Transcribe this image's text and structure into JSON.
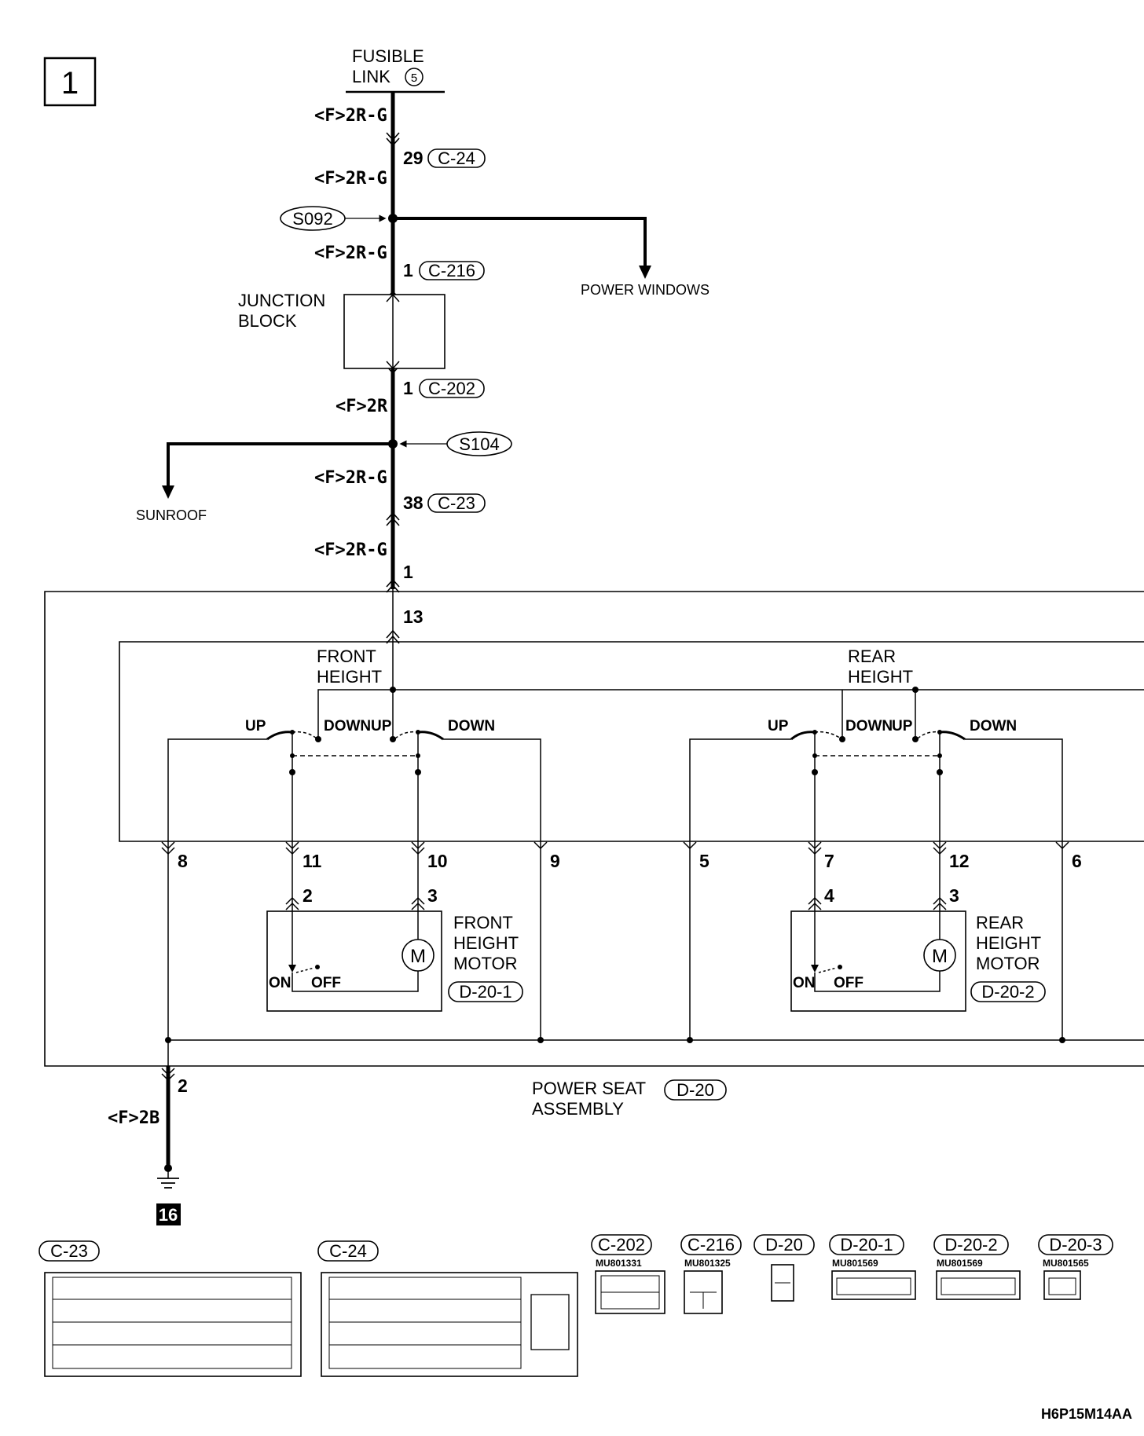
{
  "page_number": "1",
  "fusible_link": {
    "line1": "FUSIBLE",
    "line2": "LINK",
    "number": "5"
  },
  "wires": {
    "w1": "<F>2R-G",
    "w2": "<F>2R-G",
    "w3": "<F>2R-G",
    "w4": "<F>2R",
    "w5": "<F>2R-G",
    "w6": "<F>2R-G",
    "ground": "<F>2B"
  },
  "connectors_on_line": {
    "c24": {
      "pin": "29",
      "id": "C-24"
    },
    "c216": {
      "pin": "1",
      "id": "C-216"
    },
    "c202": {
      "pin": "1",
      "id": "C-202"
    },
    "c23": {
      "pin": "38",
      "id": "C-23"
    },
    "assembly_pin": "1"
  },
  "splices": {
    "s092": "S092",
    "s104": "S104"
  },
  "branches": {
    "power_windows": "POWER WINDOWS",
    "sunroof": "SUNROOF"
  },
  "junction_block": {
    "line1": "JUNCTION",
    "line2": "BLOCK"
  },
  "switch": {
    "input_pin": "13",
    "front_line1": "FRONT",
    "front_line2": "HEIGHT",
    "rear_line1": "REAR",
    "rear_line2": "HEIGHT",
    "up": "UP",
    "down": "DOWN"
  },
  "pins": {
    "p8": "8",
    "p11": "11",
    "p10": "10",
    "p9": "9",
    "p5": "5",
    "p7": "7",
    "p12": "12",
    "p6": "6",
    "fm2": "2",
    "fm3": "3",
    "rm4": "4",
    "rm3": "3",
    "ground_pin": "2"
  },
  "front_motor": {
    "line1": "FRONT",
    "line2": "HEIGHT",
    "line3": "MOTOR",
    "id": "D-20-1",
    "on": "ON",
    "off": "OFF",
    "symbol": "M"
  },
  "rear_motor": {
    "line1": "REAR",
    "line2": "HEIGHT",
    "line3": "MOTOR",
    "id": "D-20-2",
    "on": "ON",
    "off": "OFF",
    "symbol": "M"
  },
  "assembly": {
    "line1": "POWER SEAT",
    "id": "D-20",
    "line2": "ASSEMBLY"
  },
  "ground_number": "16",
  "connector_views": {
    "c23": {
      "title": "C-23"
    },
    "c24": {
      "title": "C-24"
    },
    "c202": {
      "title": "C-202",
      "part": "MU801331"
    },
    "c216": {
      "title": "C-216",
      "part": "MU801325"
    },
    "d20": {
      "title": "D-20"
    },
    "d201": {
      "title": "D-20-1",
      "part": "MU801569"
    },
    "d202": {
      "title": "D-20-2",
      "part": "MU801569"
    },
    "d203": {
      "title": "D-20-3",
      "part": "MU801565"
    }
  },
  "diagram_code": "H6P15M14AA"
}
